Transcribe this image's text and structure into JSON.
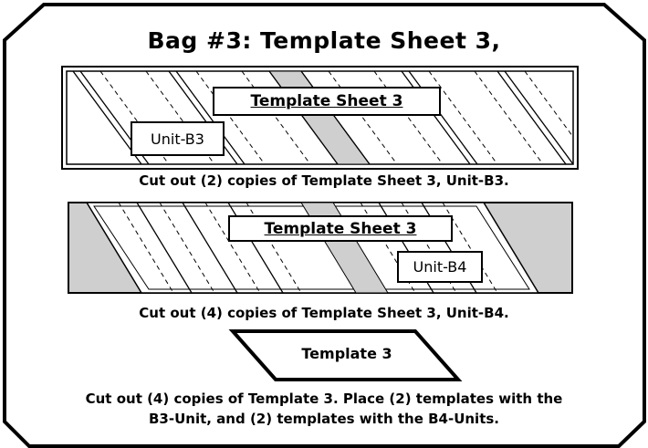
{
  "title": "Bag #3: Template Sheet 3,",
  "strip_b3": {
    "sheet_label": "Template Sheet 3",
    "unit_label": "Unit-B3",
    "caption": "Cut out (2) copies of Template Sheet 3, Unit-B3."
  },
  "strip_b4": {
    "sheet_label": "Template Sheet 3",
    "unit_label": "Unit-B4",
    "caption": "Cut out (4) copies of Template Sheet 3, Unit-B4."
  },
  "template3": {
    "label": "Template 3",
    "caption_line1": "Cut out (4) copies of Template 3. Place (2) templates with the",
    "caption_line2": "B3-Unit, and (2) templates with the B4-Units."
  },
  "colors": {
    "line": "#000000",
    "shade": "#cfcfcf",
    "paper": "#ffffff"
  }
}
